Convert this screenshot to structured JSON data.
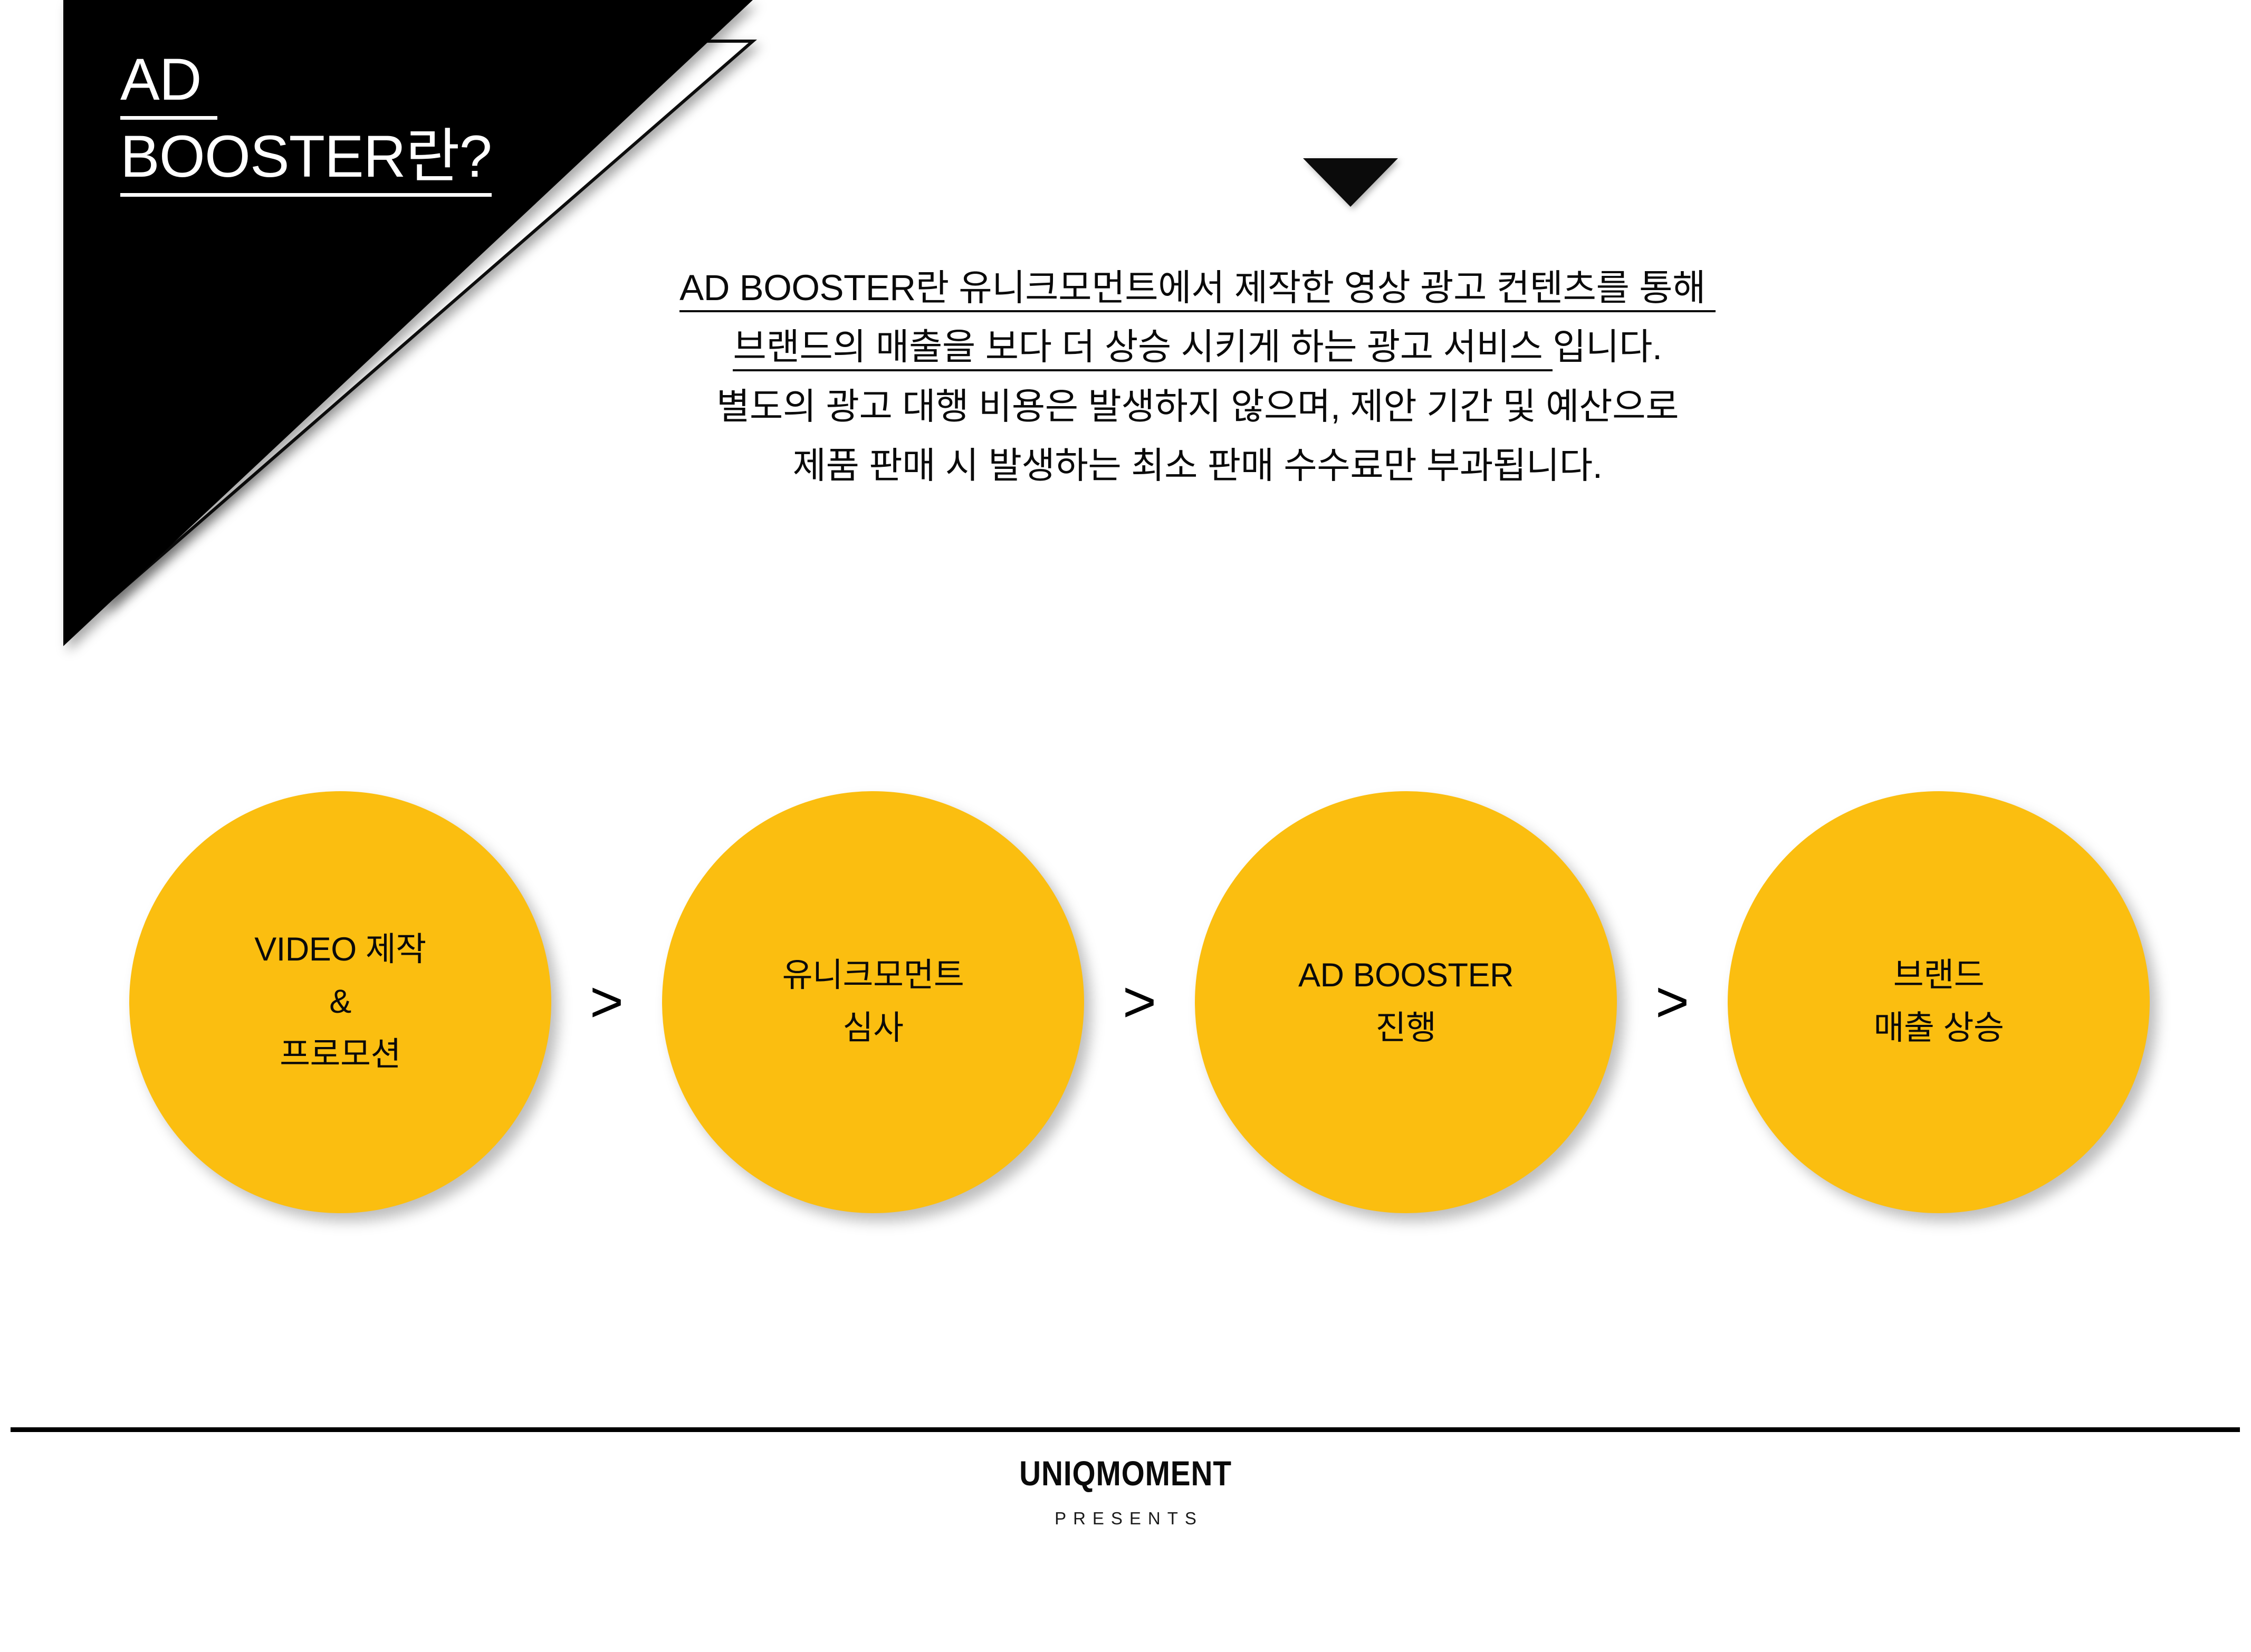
{
  "slide": {
    "background_color": "#FFFFFF",
    "accent_color": "#FBBE10",
    "ink_color": "#000000"
  },
  "title": {
    "line1": "AD ",
    "line2": "BOOSTER란?",
    "text_color": "#FFFFFF",
    "panel_color": "#000000"
  },
  "arrow_marker": {
    "icon": "triangle-down-icon",
    "color": "#0B0B0B"
  },
  "lead": {
    "line1_underlined": "AD BOOSTER란 유니크모먼트에서 제작한 영상 광고 컨텐츠를 통해 ",
    "line2_underlined": "브랜드의 매출을 보다 더 상승 시키게 하는 광고 서비스 ",
    "line2_plain": "입니다.",
    "line3": "별도의 광고 대행 비용은 발생하지 않으며, 제안 기간 및 예산으로",
    "line4": "제품 판매 시 발생하는 최소 판매 수수료만 부과됩니다."
  },
  "process": {
    "separator": ">",
    "steps": [
      {
        "line1": "VIDEO 제작",
        "line2": "&",
        "line3": "프로모션"
      },
      {
        "line1": "유니크모먼트",
        "line2": "심사"
      },
      {
        "line1": "AD BOOSTER",
        "line2": "진행"
      },
      {
        "line1": "브랜드",
        "line2": "매출 상승"
      }
    ]
  },
  "footer": {
    "brand": "UNIQMOMENT",
    "tagline": "PRESENTS"
  }
}
